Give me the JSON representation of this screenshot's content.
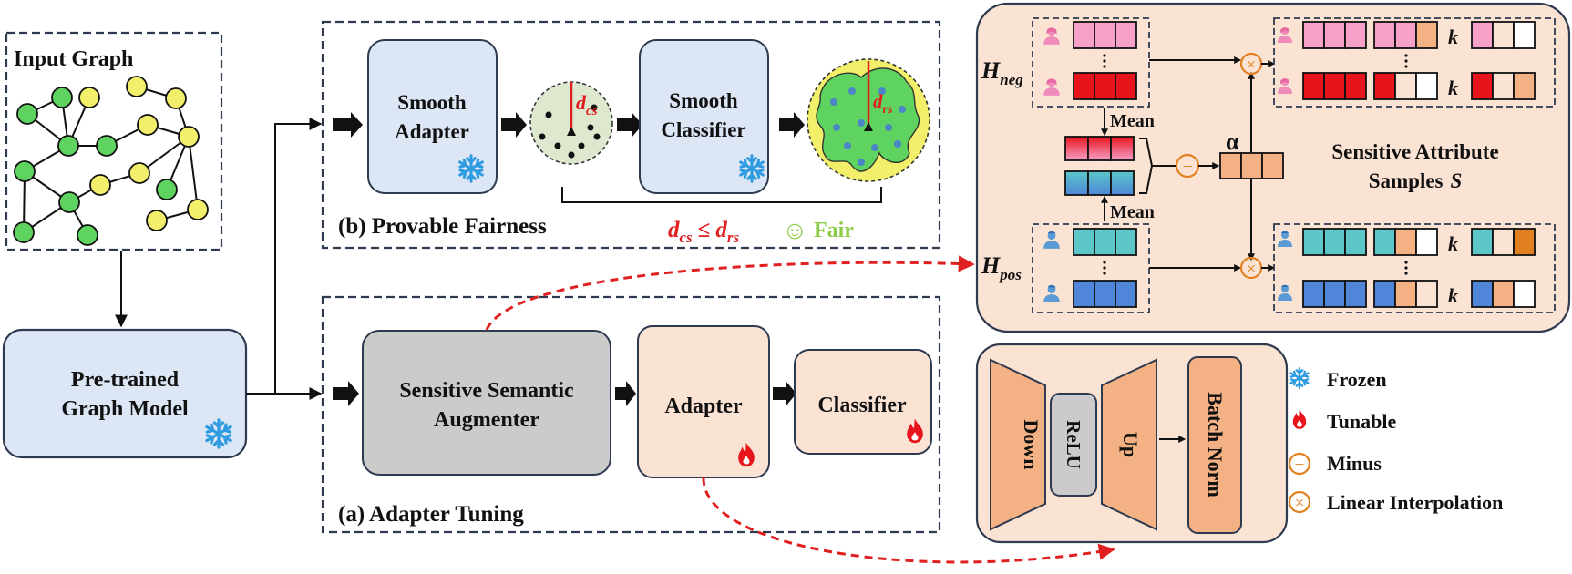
{
  "input_graph": {
    "title": "Input Graph"
  },
  "pretrained": {
    "line1": "Pre-trained",
    "line2": "Graph Model"
  },
  "provable": {
    "caption": "(b) Provable Fairness",
    "smooth_adapter": {
      "line1": "Smooth",
      "line2": "Adapter"
    },
    "smooth_classifier": {
      "line1": "Smooth",
      "line2": "Classifier"
    },
    "d_cs": {
      "base": "d",
      "sub": "cs"
    },
    "d_rs": {
      "base": "d",
      "sub": "rs"
    },
    "ineq_left": {
      "base": "d",
      "sub": "cs"
    },
    "ineq_op": "≤",
    "ineq_right": {
      "base": "d",
      "sub": "rs"
    },
    "fair_label": "Fair",
    "smile": "☺"
  },
  "adapter_tuning": {
    "caption": "(a) Adapter Tuning",
    "augmenter": {
      "line1": "Sensitive Semantic",
      "line2": "Augmenter"
    },
    "adapter": "Adapter",
    "classifier": "Classifier"
  },
  "sensitive": {
    "h_neg": {
      "base": "H",
      "sub": "neg"
    },
    "h_pos": {
      "base": "H",
      "sub": "pos"
    },
    "mean_top": "Mean",
    "mean_bottom": "Mean",
    "alpha": "α",
    "k_label": "k",
    "title_line1": "Sensitive Attribute",
    "title_line2": "Samples",
    "set_symbol": "S",
    "minus_symbol": "−",
    "cross_symbol": "×"
  },
  "adapter_detail": {
    "down": "Down",
    "relu": "ReLU",
    "up": "Up",
    "batch_norm": "Batch Norm"
  },
  "legend": {
    "frozen": "Frozen",
    "tunable": "Tunable",
    "minus": "Minus",
    "linear_interp": "Linear Interpolation"
  },
  "colors": {
    "blue_box": "#dce6f5",
    "peach_box": "#fbe3d4",
    "gray_box": "#cbcbcb",
    "orange": "#f4b183",
    "red_arrow": "#e02020",
    "pink": "#f7a0c8",
    "red": "#e8141c",
    "teal": "#5cc6c8",
    "blue": "#4f86d9",
    "node_green": "#5fd35f",
    "node_yellow": "#f2ef6a",
    "fair_green": "#8fcc4a"
  }
}
